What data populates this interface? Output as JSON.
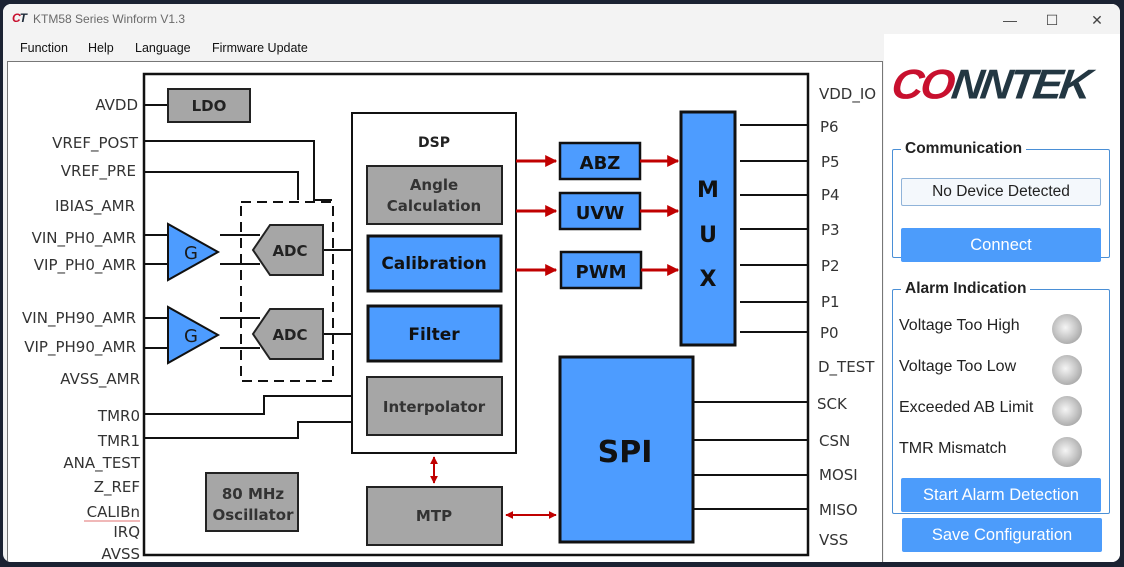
{
  "window": {
    "title": "KTM58 Series Winform V1.3",
    "app_icon_text": [
      "C",
      "T"
    ],
    "controls": {
      "minimize": "—",
      "maximize": "☐",
      "close": "✕"
    }
  },
  "menu": {
    "items": [
      {
        "label": "Function"
      },
      {
        "label": "Help"
      },
      {
        "label": "Language"
      },
      {
        "label": "Firmware Update"
      }
    ]
  },
  "diagram": {
    "left_pins": [
      "AVDD",
      "VREF_POST",
      "VREF_PRE",
      "IBIAS_AMR",
      "VIN_PH0_AMR",
      "VIP_PH0_AMR",
      "VIN_PH90_AMR",
      "VIP_PH90_AMR",
      "AVSS_AMR",
      "TMR0",
      "TMR1",
      "ANA_TEST",
      "Z_REF",
      "CALIBn",
      "IRQ",
      "AVSS"
    ],
    "right_pins": [
      "VDD_IO",
      "P6",
      "P5",
      "P4",
      "P3",
      "P2",
      "P1",
      "P0",
      "D_TEST",
      "SCK",
      "CSN",
      "MOSI",
      "MISO",
      "VSS"
    ],
    "blocks": {
      "ldo": "LDO",
      "amp": "G",
      "adc": "ADC",
      "dsp": "DSP",
      "angle_calc": [
        "Angle",
        "Calculation"
      ],
      "calibration": "Calibration",
      "filter": "Filter",
      "interpolator": "Interpolator",
      "abz": "ABZ",
      "uvw": "UVW",
      "pwm": "PWM",
      "mux": [
        "M",
        "U",
        "X"
      ],
      "spi": "SPI",
      "mtp": "MTP",
      "osc": [
        "80 MHz",
        "Oscillator"
      ]
    },
    "colors": {
      "blue": "#4d9cff",
      "gray": "#a6a6a6",
      "arrow": "#c00000"
    }
  },
  "sidebar": {
    "logo": {
      "red": "CO",
      "dark": "NNTEK"
    },
    "communication": {
      "title": "Communication",
      "status": "No Device Detected",
      "connect_label": "Connect"
    },
    "alarm": {
      "title": "Alarm Indication",
      "items": [
        {
          "label": "Voltage Too High",
          "state": "off"
        },
        {
          "label": "Voltage Too Low",
          "state": "off"
        },
        {
          "label": "Exceeded AB Limit",
          "state": "off"
        },
        {
          "label": "TMR Mismatch",
          "state": "off"
        }
      ],
      "start_label": "Start Alarm Detection"
    },
    "save_label": "Save Configuration"
  }
}
